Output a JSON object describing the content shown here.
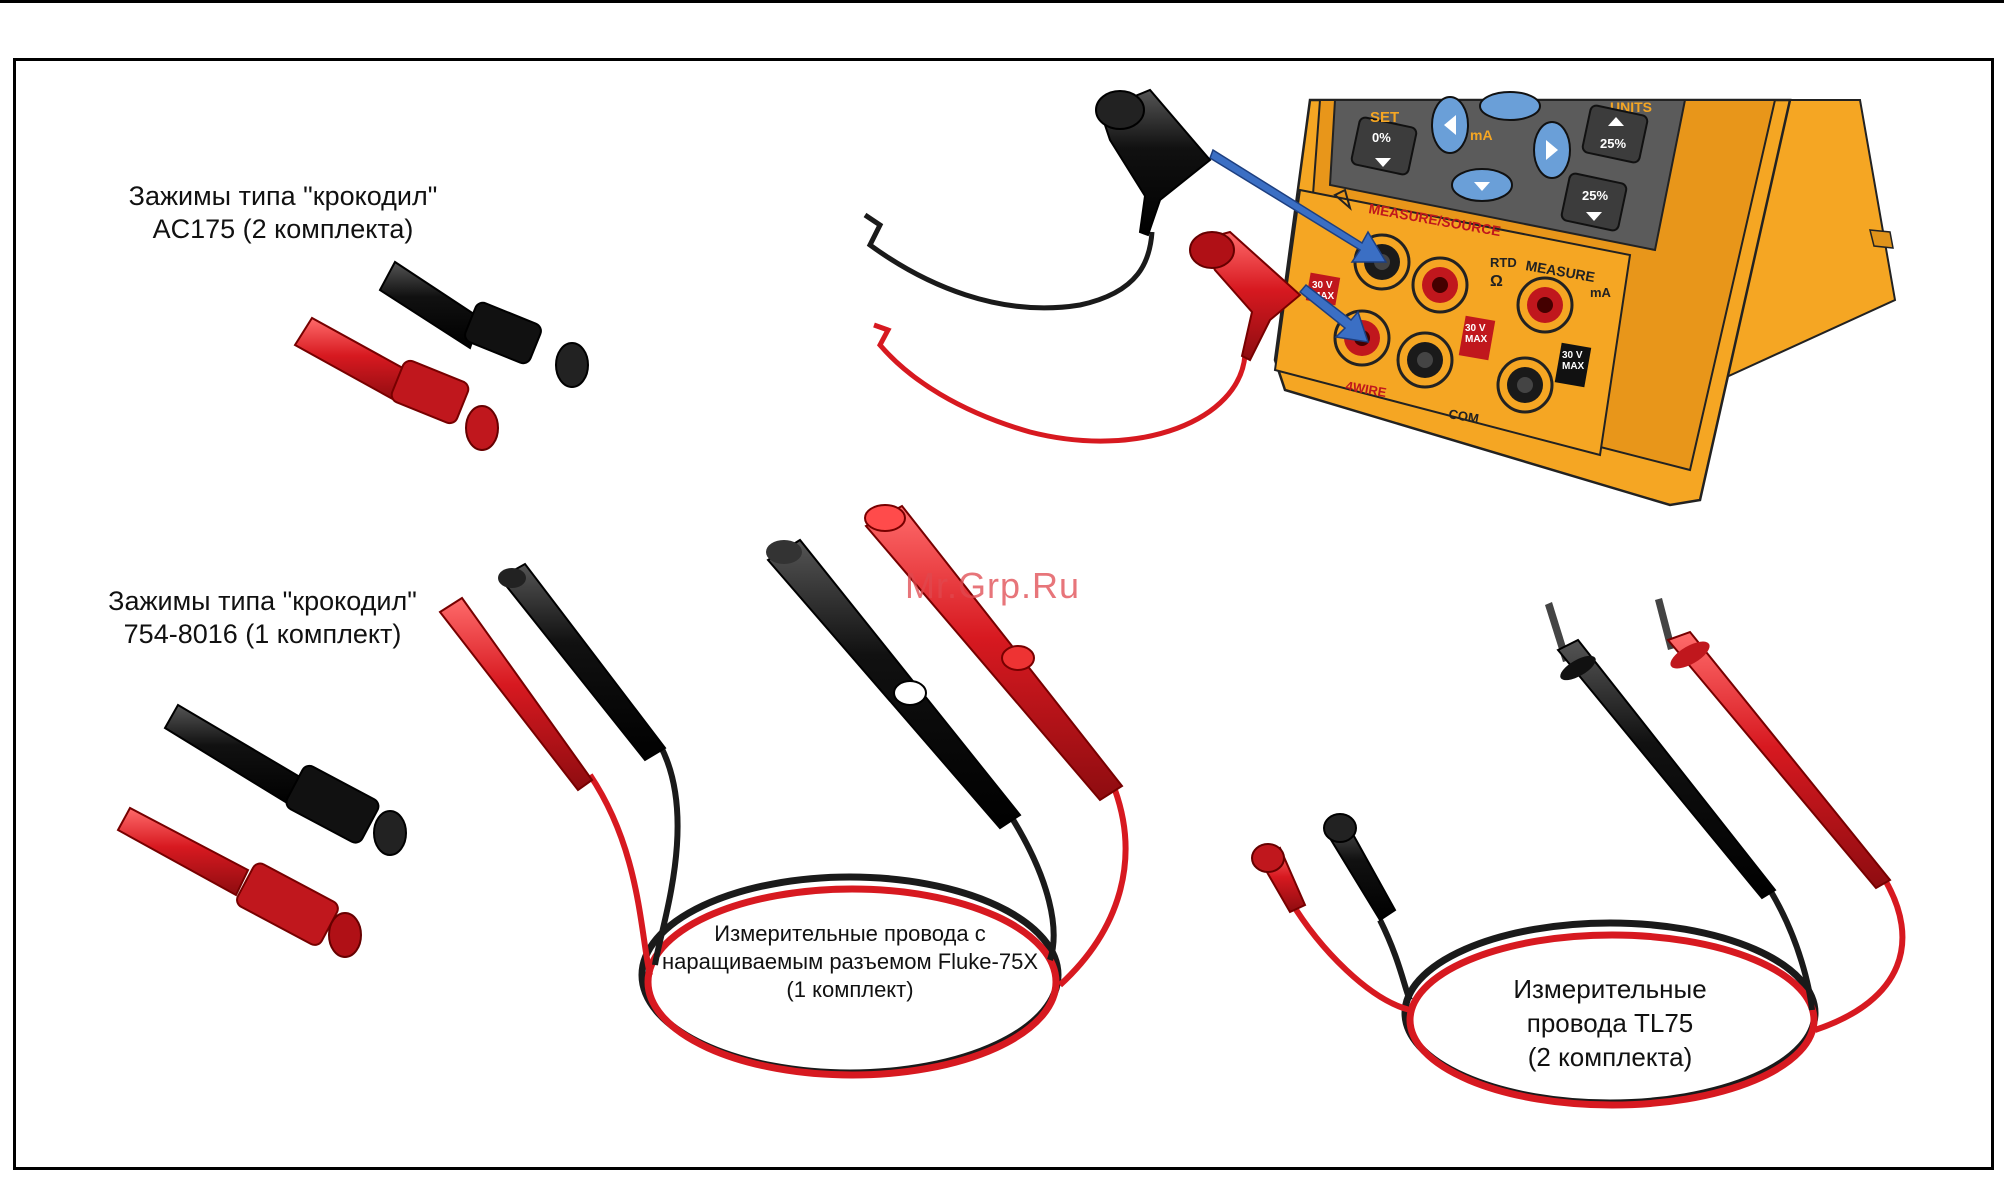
{
  "labels": {
    "ac175_line1": "Зажимы типа \"крокодил\"",
    "ac175_line2": "AC175 (2 комплекта)",
    "clip754_line1": "Зажимы типа \"крокодил\"",
    "clip754_line2": "754-8016 (1 комплект)",
    "leads75x_line1": "Измерительные провода  с",
    "leads75x_line2": "наращиваемым разъемом Fluke-75X",
    "leads75x_line3": "(1 комплект)",
    "tl75_line1": "Измерительные",
    "tl75_line2": "провода  TL75",
    "tl75_line3": "(2 комплекта)"
  },
  "watermark": "Mr.Grp.Ru",
  "device": {
    "set": "SET",
    "units": "UNITS",
    "key_0": "0%",
    "key_25a": "25%",
    "key_25b": "25%",
    "ma_key": "mA",
    "measure_source": "MEASURE/SOURCE",
    "measure": "MEASURE",
    "rtd": "RTD",
    "ohm": "Ω",
    "ma": "mA",
    "fourwire": "4WIRE",
    "com": "COM",
    "v30": "30 V",
    "max": "MAX"
  },
  "colors": {
    "body_yellow": "#f5a623",
    "lead_red": "#d71920",
    "lead_black": "#1a1a1a",
    "arrow_blue": "#3b6fc4",
    "key_blue": "#6a9fd8"
  }
}
